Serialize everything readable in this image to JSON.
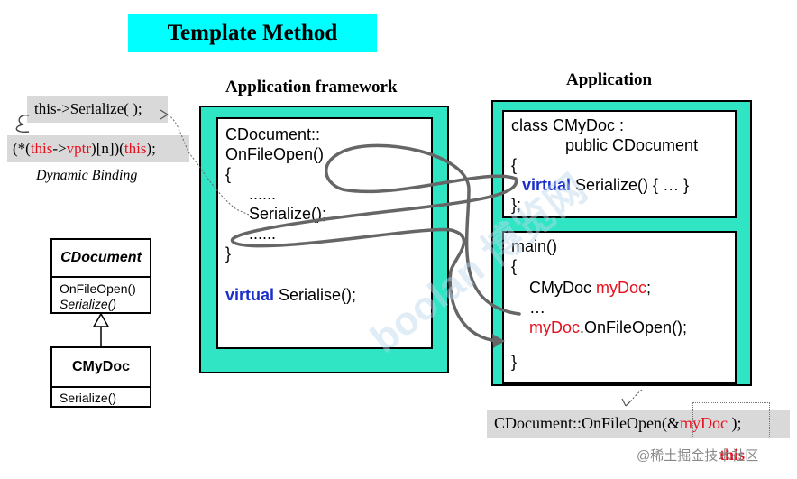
{
  "title": "Template Method",
  "headings": {
    "framework": "Application framework",
    "application": "Application"
  },
  "dynamic": {
    "call": "this->Serialize( );",
    "expansion_prefix": "(*(",
    "expansion_this": "this",
    "expansion_arrow": "->",
    "expansion_vptr": "vptr",
    "expansion_mid": ")[n])(",
    "expansion_this2": "this",
    "expansion_suffix": ");",
    "caption": "Dynamic Binding"
  },
  "framework_code": {
    "line1": "CDocument::",
    "line2": "OnFileOpen()",
    "line3": "{",
    "line4": "......",
    "line5": "Serialize();",
    "line6": "......",
    "line7": "}",
    "virtual_kw": "virtual",
    "virtual_rest": " Serialise();"
  },
  "app_class_code": {
    "line1": "class CMyDoc :",
    "line2": "public CDocument",
    "line3": "{",
    "virtual_kw": "virtual",
    "virtual_rest": " Serialize() { … }",
    "line5": "};"
  },
  "app_main_code": {
    "line1": "main()",
    "line2": "{",
    "line3_type": "CMyDoc ",
    "line3_var": "myDoc",
    "line3_end": ";",
    "line4": "…",
    "line5_var": "myDoc",
    "line5_rest": ".OnFileOpen();",
    "line6": "}"
  },
  "bottom_call": {
    "prefix": "CDocument::OnFileOpen(&",
    "var": "myDoc",
    "suffix": " );",
    "this_label": "this"
  },
  "uml": {
    "base_name": "CDocument",
    "base_method1": "OnFileOpen()",
    "base_method2": "Serialize()",
    "derived_name": "CMyDoc",
    "derived_method": "Serialize()"
  },
  "watermark": "boolan 博览网",
  "footer": "@稀土掘金技术社区",
  "colors": {
    "title_bg": "#00ffff",
    "teal": "#2fe5c4",
    "keyword": "#1a2fc8",
    "highlight": "#e8101e",
    "gray_bar": "#d9d9d9",
    "flow_arrow": "#666666"
  }
}
